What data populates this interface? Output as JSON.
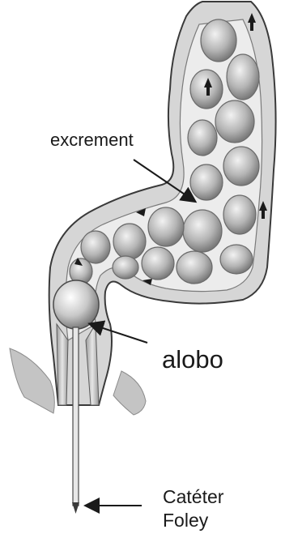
{
  "labels": {
    "excrement": "excrement",
    "balloon": "alobo",
    "catheter_line1": "Catéter",
    "catheter_line2": "Foley"
  },
  "colors": {
    "ink": "#1a1a1a",
    "shading": "#8c8c8c",
    "light": "#d9d9d9",
    "background": "#ffffff"
  }
}
